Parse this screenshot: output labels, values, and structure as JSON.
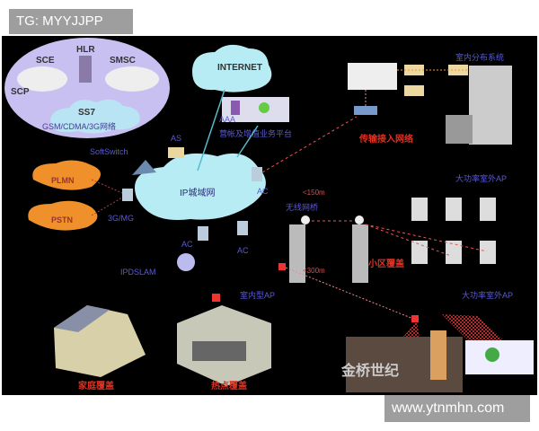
{
  "watermark_top": "TG: MYYJJPP",
  "watermark_bottom": "www.ytnmhn.com",
  "logo_text": "金桥世纪",
  "diagram": {
    "core_network": {
      "title": "GSM/CDMA/3G网络",
      "nodes": [
        "SCE",
        "HLR",
        "SMSC",
        "SCP",
        "SS7"
      ]
    },
    "internet": "INTERNET",
    "aaa": "AAA",
    "platform": "营帐及增值业务平台",
    "as": "AS",
    "softswitch": "SoftSwitch",
    "plmn": "PLMN",
    "pstn": "PSTN",
    "mg": "3G/MG",
    "metro": "IP城域网",
    "ac_labels": [
      "AC",
      "AC",
      "AC"
    ],
    "ipdslam": "IPDSLAM",
    "transport": "传输接入网络",
    "indoor_system": "室内分布系统",
    "distance_1": "<150m",
    "wireless_bridge": "无线网桥",
    "outdoor_ap_1": "大功率室外AP",
    "cell_coverage": "小区覆盖",
    "distance_2": "<300m",
    "indoor_ap": "室内型AP",
    "outdoor_ap_2": "大功率室外AP",
    "home_coverage": "家庭覆盖",
    "hotspot_coverage": "热点覆盖"
  }
}
